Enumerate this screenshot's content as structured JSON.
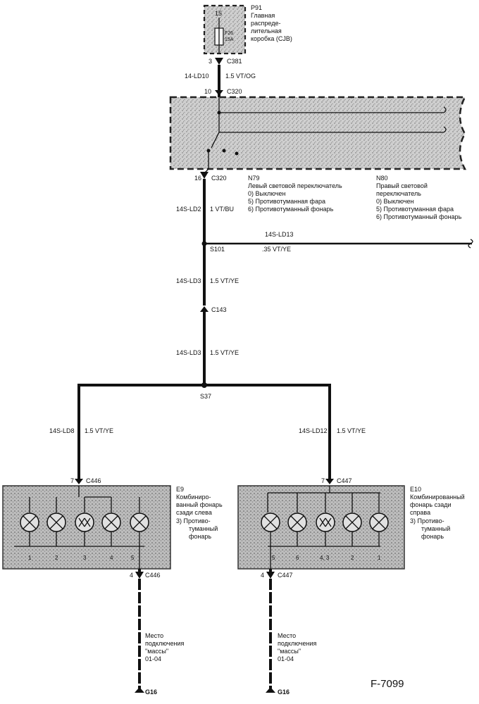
{
  "fuse_box": {
    "ref": "P91",
    "desc": [
      "Главная",
      "распреде-",
      "лительная",
      "коробка (CJB)"
    ],
    "inner_top": "15",
    "fuse_label": [
      "F26",
      "15A"
    ]
  },
  "top_wire": {
    "pin_a": "3",
    "conn_a": "C381",
    "code": "14-LD10",
    "spec": "1.5 VT/OG",
    "pin_b": "10",
    "conn_b": "C320"
  },
  "switch_wire": {
    "pin": "16",
    "conn": "C320",
    "code": "14S-LD2",
    "spec": "1 VT/BU"
  },
  "switch_left": {
    "ref": "N79",
    "title": "Левый световой переключатель",
    "items": [
      "0)  Выключен",
      "5)  Противотуманная фара",
      "6)  Противотуманный фонарь"
    ]
  },
  "switch_right": {
    "ref": "N80",
    "title": [
      "Правый световой",
      "переключатель"
    ],
    "items": [
      "0)  Выключен",
      "5)  Противотуманная фара",
      "6)  Противотуманный фонарь"
    ]
  },
  "branch": {
    "code": "14S-LD13",
    "splice": "S101",
    "spec": ".35 VT/YE"
  },
  "mid_wire1": {
    "code": "14S-LD3",
    "spec": "1.5 VT/YE",
    "conn": "C143"
  },
  "mid_wire2": {
    "code": "14S-LD3",
    "spec": "1.5 VT/YE",
    "splice": "S37"
  },
  "left_wire": {
    "code": "14S-LD8",
    "spec": "1.5 VT/YE",
    "pin": "7",
    "conn": "C446"
  },
  "right_wire": {
    "code": "14S-LD12",
    "spec": "1.5 VT/YE",
    "pin": "7",
    "conn": "C447"
  },
  "lamp_left": {
    "ref": "E9",
    "desc": [
      "Комбиниро-",
      "ванный фонарь",
      "сзади слева",
      "3)  Противо-",
      "туманный",
      "фонарь"
    ],
    "pins": [
      "1",
      "2",
      "3",
      "4",
      "5"
    ],
    "ground_pin": "4",
    "ground_conn": "C446"
  },
  "lamp_right": {
    "ref": "E10",
    "desc": [
      "Комбинированный",
      "фонарь сзади",
      "справа",
      "3)  Противо-",
      "туманный",
      "фонарь"
    ],
    "pins": [
      "5",
      "6",
      "4, 3",
      "2",
      "1"
    ],
    "ground_pin": "4",
    "ground_conn": "C447"
  },
  "ground_left": {
    "desc": [
      "Место",
      "подключения",
      "\"массы\"",
      "01-04"
    ],
    "ref": "G16"
  },
  "ground_right": {
    "desc": [
      "Место",
      "подключения",
      "\"массы\"",
      "01-04"
    ],
    "ref": "G16"
  },
  "figure_id": "F-7099"
}
